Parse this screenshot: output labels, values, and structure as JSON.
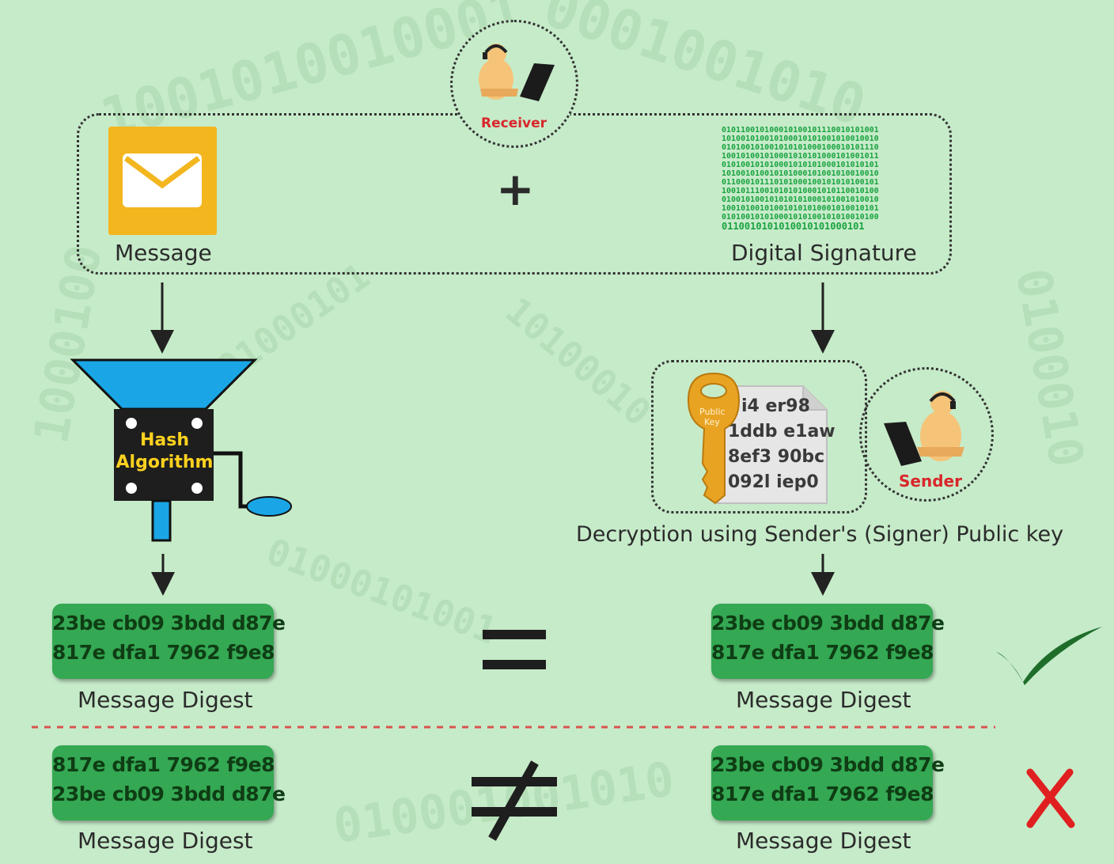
{
  "message_label": "Message",
  "signature_label": "Digital Signature",
  "receiver_label": "Receiver",
  "sender_label": "Sender",
  "plus_sign": "+",
  "hash_label": [
    "Hash",
    "Algorithm"
  ],
  "public_key_tag": [
    "Public",
    "Key"
  ],
  "decryption_lines": [
    "i4 er98",
    "1ddb e1aw",
    "8ef3 90bc",
    "092l iep0"
  ],
  "decryption_caption": "Decryption using Sender's (Signer) Public key",
  "equal_row": {
    "left_digest": [
      "23be cb09 3bdd d87e",
      "817e dfa1 7962 f9e8"
    ],
    "right_digest": [
      "23be cb09 3bdd d87e",
      "817e dfa1 7962 f9e8"
    ],
    "left_caption": "Message Digest",
    "right_caption": "Message Digest",
    "relation": "=",
    "result_icon": "checkmark-icon"
  },
  "unequal_row": {
    "left_digest": [
      "817e dfa1  7962  f9e8",
      "23be cb09 3bdd d87e"
    ],
    "right_digest": [
      "23be cb09 3bdd d87e",
      "817e dfa1 7962 f9e8"
    ],
    "left_caption": "Message Digest",
    "right_caption": "Message Digest",
    "relation": "≠",
    "result_icon": "cross-icon"
  },
  "colors": {
    "background": "#c6ebc9",
    "digest_box": "#34a853",
    "funnel": "#1aa6e6",
    "envelope": "#f3b61f",
    "key": "#e8a323",
    "check": "#1e6e2a",
    "cross": "#e02020",
    "separator": "#d9534f"
  }
}
